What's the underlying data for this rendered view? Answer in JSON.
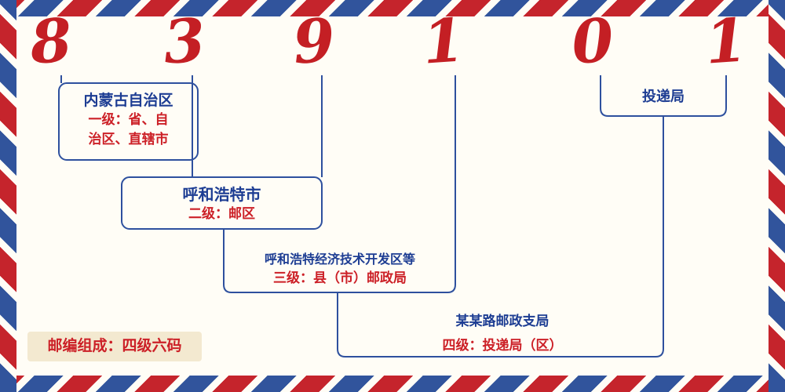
{
  "postal_code": {
    "value": "839101",
    "digits": [
      "8",
      "3",
      "9",
      "1",
      "0",
      "1"
    ]
  },
  "levels": [
    {
      "place": "内蒙古自治区",
      "desc": "一级：省、自\n治区、直辖市"
    },
    {
      "place": "呼和浩特市",
      "desc": "二级：邮区"
    },
    {
      "place": "呼和浩特经济技术开发区等",
      "desc": "三级：县（市）邮政局"
    },
    {
      "place": "某某路邮政支局",
      "desc": "四级：投递局（区）"
    }
  ],
  "delivery_office": {
    "label": "投递局"
  },
  "footer": {
    "badge": "邮编组成：四级六码"
  },
  "colors": {
    "digit_red": "#c41f24",
    "label_blue": "#1d3d93",
    "label_red": "#cc2027",
    "line_blue": "#2e509e",
    "badge_bg": "#f3e9d0",
    "stripe_red": "#c5242c",
    "stripe_blue": "#31549c",
    "background": "#fffdf6"
  }
}
